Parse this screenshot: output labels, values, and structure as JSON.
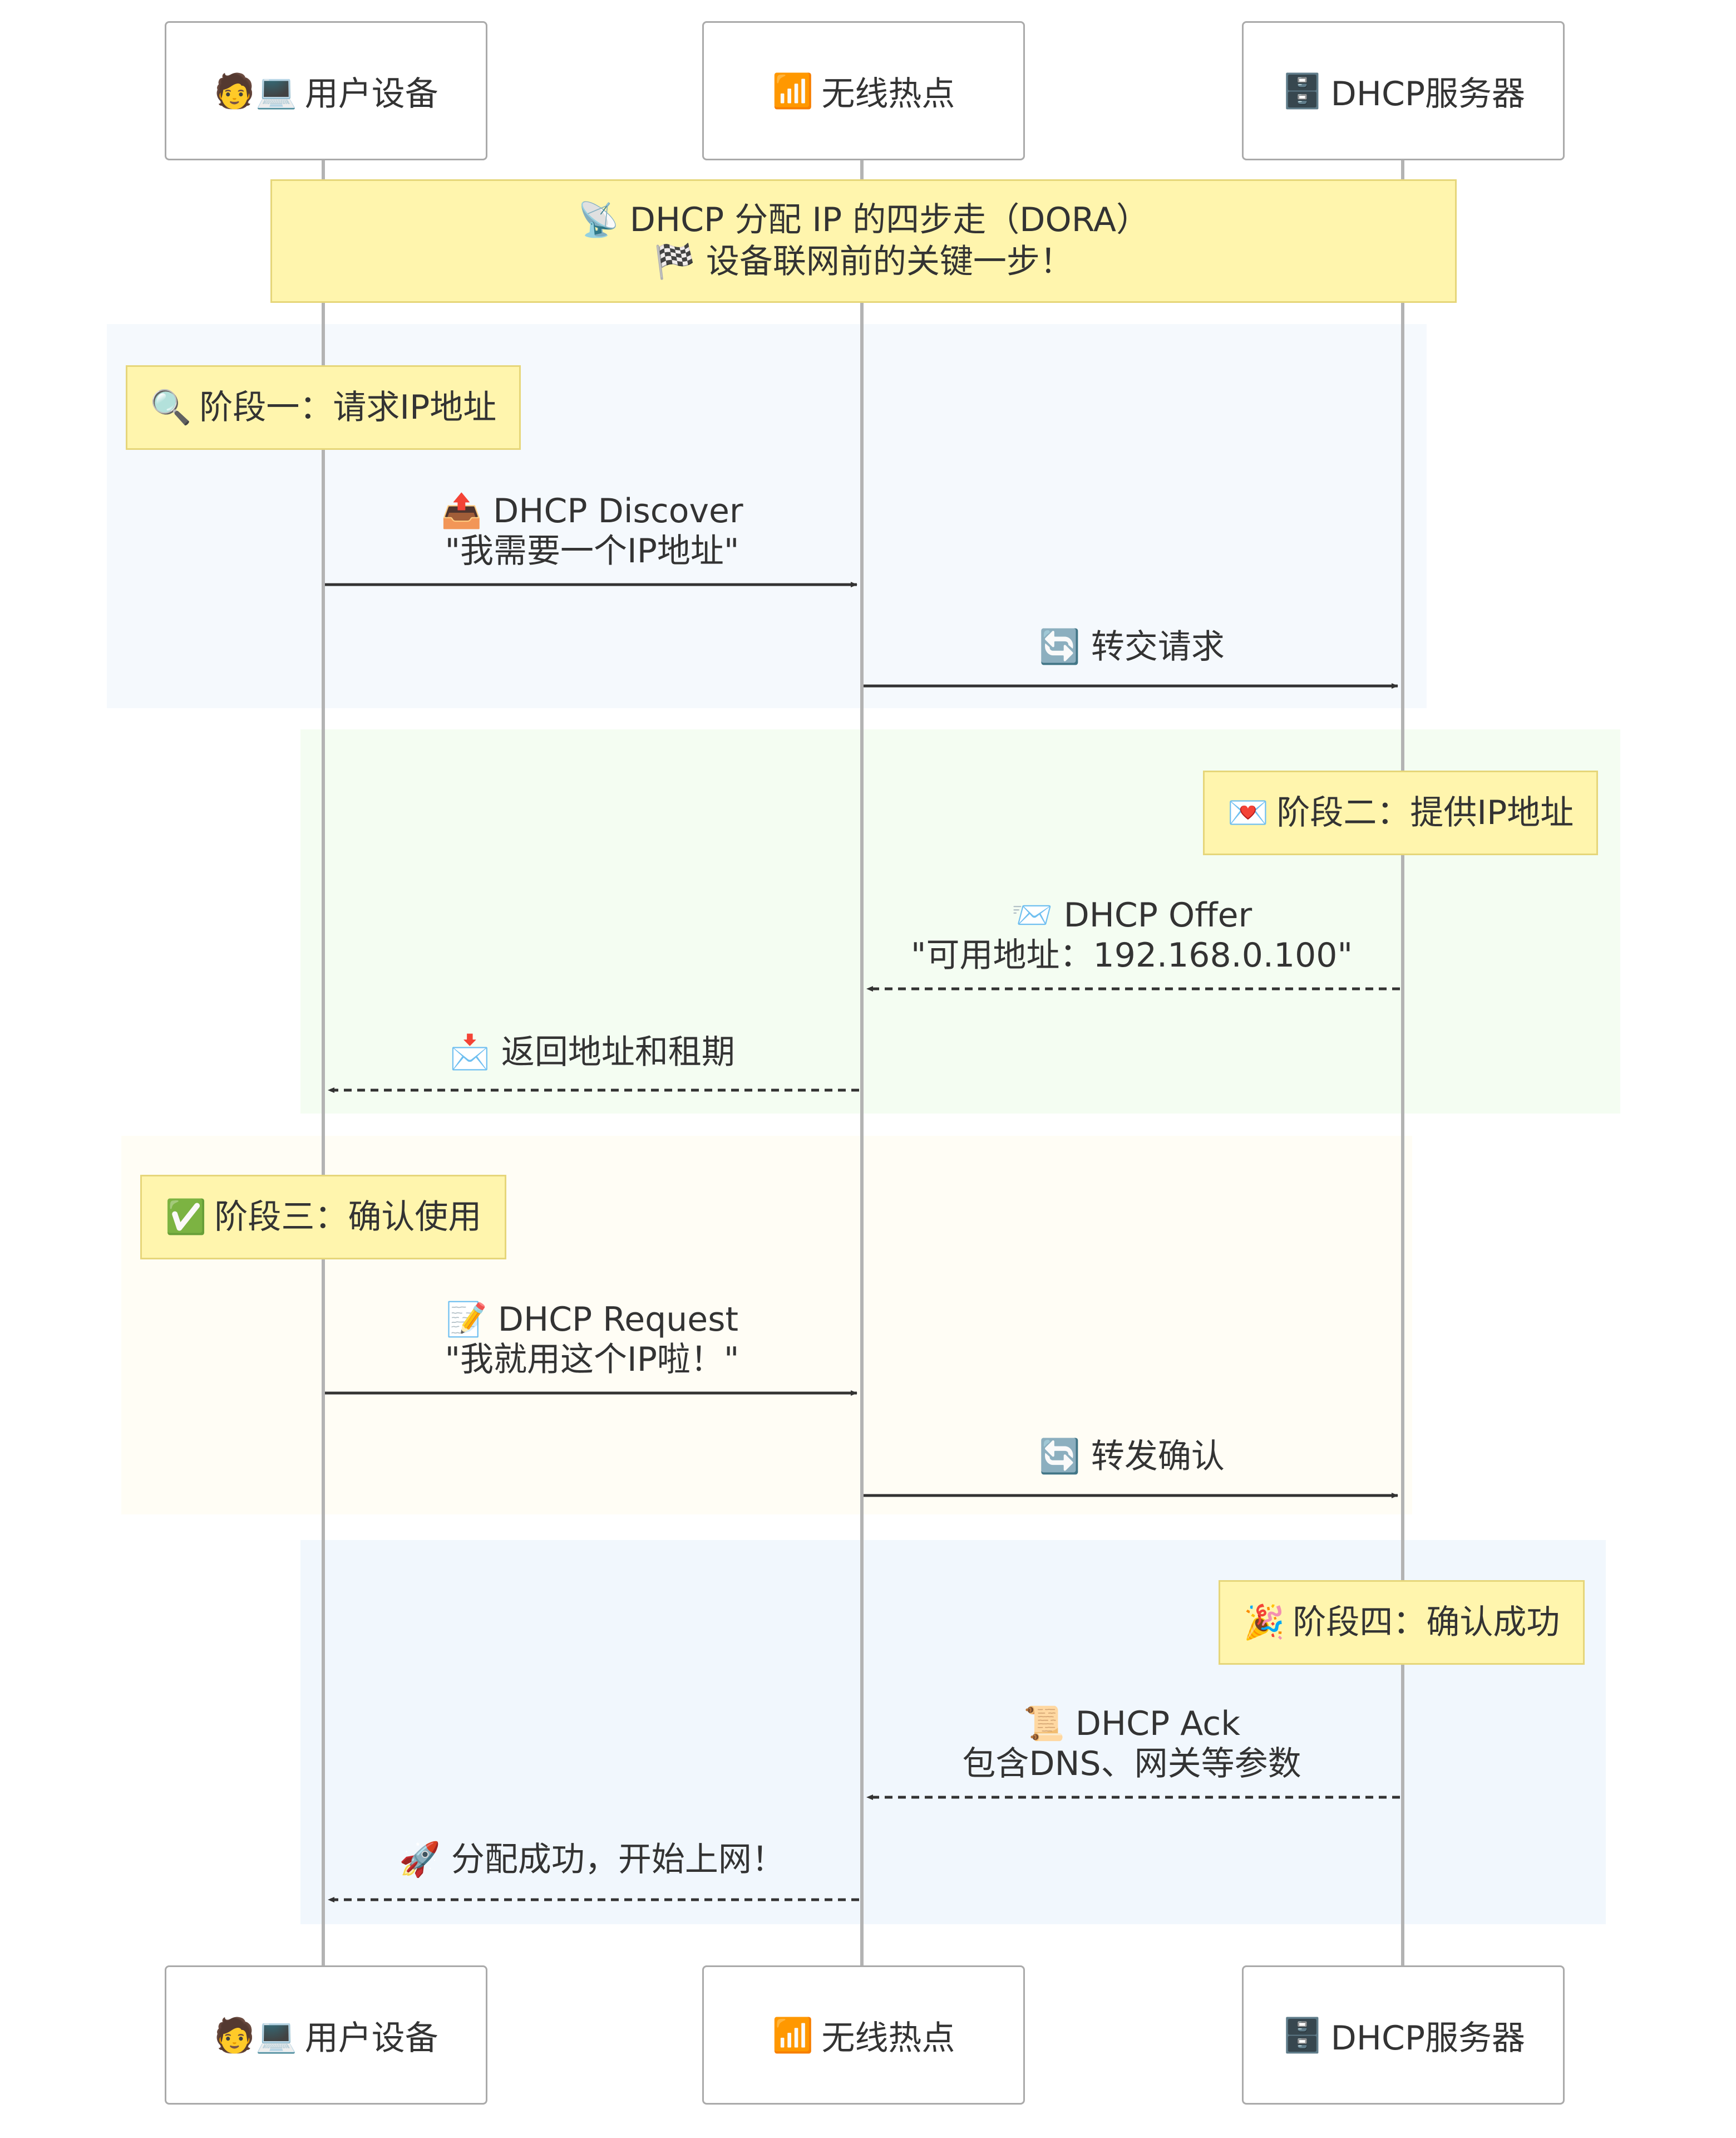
{
  "participants": [
    {
      "id": "user",
      "icon": "🧑💻",
      "name": "用户设备"
    },
    {
      "id": "ap",
      "icon": "📶",
      "name": "无线热点"
    },
    {
      "id": "server",
      "icon": "🗄️",
      "name": "DHCP服务器"
    }
  ],
  "title_note": {
    "line1": "📡 DHCP 分配 IP 的四步走（DORA）",
    "line2": "🏁 设备联网前的关键一步！"
  },
  "phases": [
    {
      "icon": "🔍",
      "label": "阶段一：请求IP地址",
      "color": "#f5f9fd"
    },
    {
      "icon": "💌",
      "label": "阶段二：提供IP地址",
      "color": "#f4fdf2"
    },
    {
      "icon": "✅",
      "label": "阶段三：确认使用",
      "color": "#fffdf5"
    },
    {
      "icon": "🎉",
      "label": "阶段四：确认成功",
      "color": "#f1f7fd"
    }
  ],
  "messages": [
    {
      "from": "user",
      "to": "ap",
      "dashed": false,
      "lines": [
        "📤 DHCP Discover",
        "\"我需要一个IP地址\""
      ]
    },
    {
      "from": "ap",
      "to": "server",
      "dashed": false,
      "lines": [
        "🔄 转交请求"
      ]
    },
    {
      "from": "server",
      "to": "ap",
      "dashed": true,
      "lines": [
        "📨 DHCP Offer",
        "\"可用地址：192.168.0.100\""
      ]
    },
    {
      "from": "ap",
      "to": "user",
      "dashed": true,
      "lines": [
        "📩 返回地址和租期"
      ]
    },
    {
      "from": "user",
      "to": "ap",
      "dashed": false,
      "lines": [
        "📝 DHCP Request",
        "\"我就用这个IP啦！\""
      ]
    },
    {
      "from": "ap",
      "to": "server",
      "dashed": false,
      "lines": [
        "🔄 转发确认"
      ]
    },
    {
      "from": "server",
      "to": "ap",
      "dashed": true,
      "lines": [
        "📜 DHCP Ack",
        "包含DNS、网关等参数"
      ]
    },
    {
      "from": "ap",
      "to": "user",
      "dashed": true,
      "lines": [
        "🚀 分配成功，开始上网！"
      ]
    }
  ],
  "colors": {
    "line": "#333333",
    "lifeline": "#b3b3b3",
    "note_fill": "#fff5ad",
    "note_border": "#e6d67a"
  }
}
